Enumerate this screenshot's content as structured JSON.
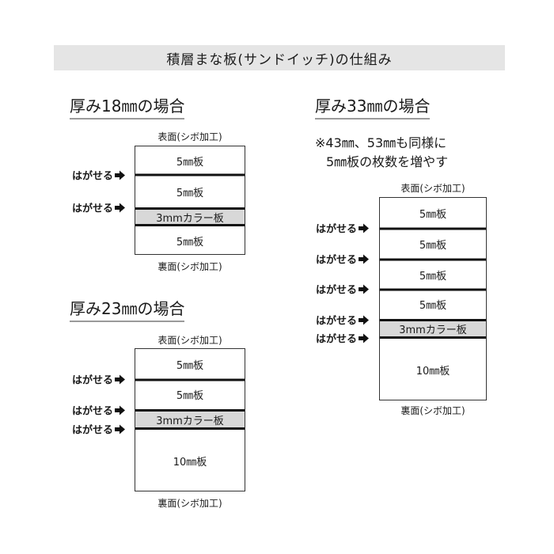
{
  "banner": {
    "title": "積層まな板(サンドイッチ)の仕組み"
  },
  "section18": {
    "title": "厚み18㎜の場合",
    "top_label": "表面(シボ加工)",
    "bottom_label": "裏面(シボ加工)",
    "boards": [
      {
        "label": "5㎜板",
        "type": "plain"
      },
      {
        "label": "5㎜板",
        "type": "plain"
      },
      {
        "label": "3mmカラー板",
        "type": "color"
      },
      {
        "label": "5㎜板",
        "type": "plain"
      }
    ],
    "peel_labels": [
      "はがせる",
      "はがせる"
    ]
  },
  "section23": {
    "title": "厚み23㎜の場合",
    "top_label": "表面(シボ加工)",
    "bottom_label": "裏面(シボ加工)",
    "boards": [
      {
        "label": "5㎜板",
        "type": "plain"
      },
      {
        "label": "5㎜板",
        "type": "plain"
      },
      {
        "label": "3mmカラー板",
        "type": "color"
      },
      {
        "label": "10㎜板",
        "type": "plain"
      }
    ],
    "peel_labels": [
      "はがせる",
      "はがせる",
      "はがせる"
    ]
  },
  "section33": {
    "title": "厚み33㎜の場合",
    "note_line1": "※43㎜、53㎜も同様に",
    "note_line2": "5㎜板の枚数を増やす",
    "top_label": "表面(シボ加工)",
    "bottom_label": "裏面(シボ加工)",
    "boards": [
      {
        "label": "5㎜板",
        "type": "plain"
      },
      {
        "label": "5㎜板",
        "type": "plain"
      },
      {
        "label": "5㎜板",
        "type": "plain"
      },
      {
        "label": "5㎜板",
        "type": "plain"
      },
      {
        "label": "3mmカラー板",
        "type": "color"
      },
      {
        "label": "10㎜板",
        "type": "plain"
      }
    ],
    "peel_labels": [
      "はがせる",
      "はがせる",
      "はがせる",
      "はがせる",
      "はがせる"
    ]
  },
  "icons": {
    "peel_arrow": "right-arrow-icon"
  },
  "colors": {
    "banner_bg": "#e5e5e5",
    "color_board": "#d8d8d8",
    "line": "#111111"
  }
}
